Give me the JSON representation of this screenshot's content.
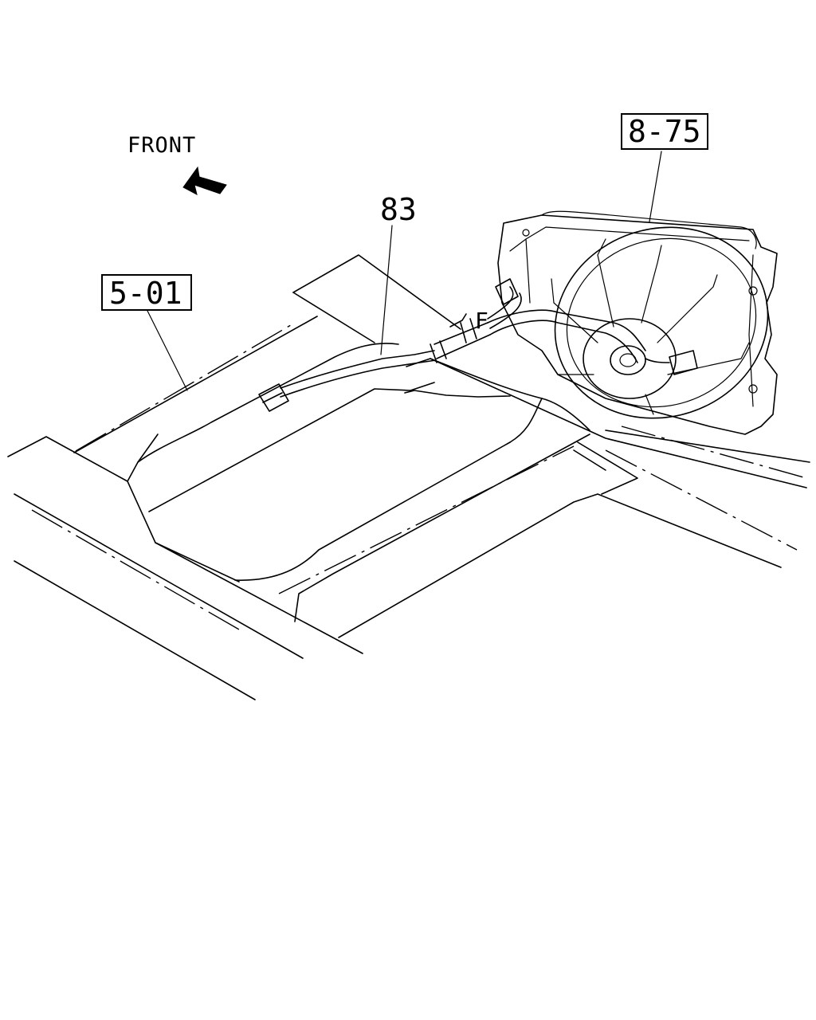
{
  "labels": {
    "front": "FRONT",
    "ref_frame": "5-01",
    "ref_fan": "8-75",
    "part_harness": "83",
    "view_mark": "F"
  },
  "icons": {
    "direction_arrow": "arrow-front-icon"
  },
  "colors": {
    "line": "#000000",
    "background": "#ffffff"
  }
}
